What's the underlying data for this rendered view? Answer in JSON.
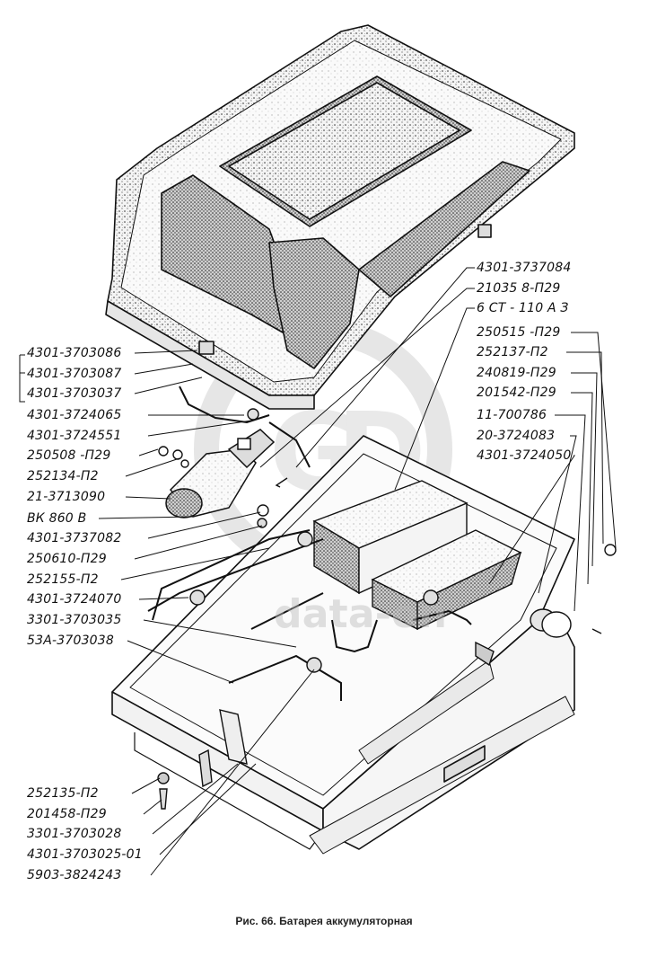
{
  "figure": {
    "caption": "Рис. 66. Батарея аккумуляторная",
    "watermark": "data-on",
    "callouts": {
      "c_4301_3737084": "4301-3737084",
      "c_210358_p29": "21035 8-П29",
      "c_6st_110a3": "6 СТ - 110 А З",
      "c_250515_p29": "250515 -П29",
      "c_252137_p2": "252137-П2",
      "c_240819_p29": "240819-П29",
      "c_201542_p29": "201542-П29",
      "c_11_700786": "11-700786",
      "c_20_3724083": "20-3724083",
      "c_4301_3724050": "4301-3724050",
      "c_4301_3703086": "4301-3703086",
      "c_4301_3703087": "4301-3703087",
      "c_4301_3703037": "4301-3703037",
      "c_4301_3724065": "4301-3724065",
      "c_4301_3724551": "4301-3724551",
      "c_250508_p29": "250508 -П29",
      "c_252134_p2": "252134-П2",
      "c_21_3713090": "21-3713090",
      "c_vk860v": "ВК 860 В",
      "c_4301_3737082": "4301-3737082",
      "c_250610_p29": "250610-П29",
      "c_252155_p2": "252155-П2",
      "c_4301_3724070": "4301-3724070",
      "c_3301_3703035": "3301-3703035",
      "c_53a_3703038": "53А-3703038",
      "c_252135_p2": "252135-П2",
      "c_201458_p29": "201458-П29",
      "c_3301_3703028": "3301-3703028",
      "c_4301_3703025_01": "4301-3703025-01",
      "c_5903_3824243": "5903-3824243"
    }
  }
}
